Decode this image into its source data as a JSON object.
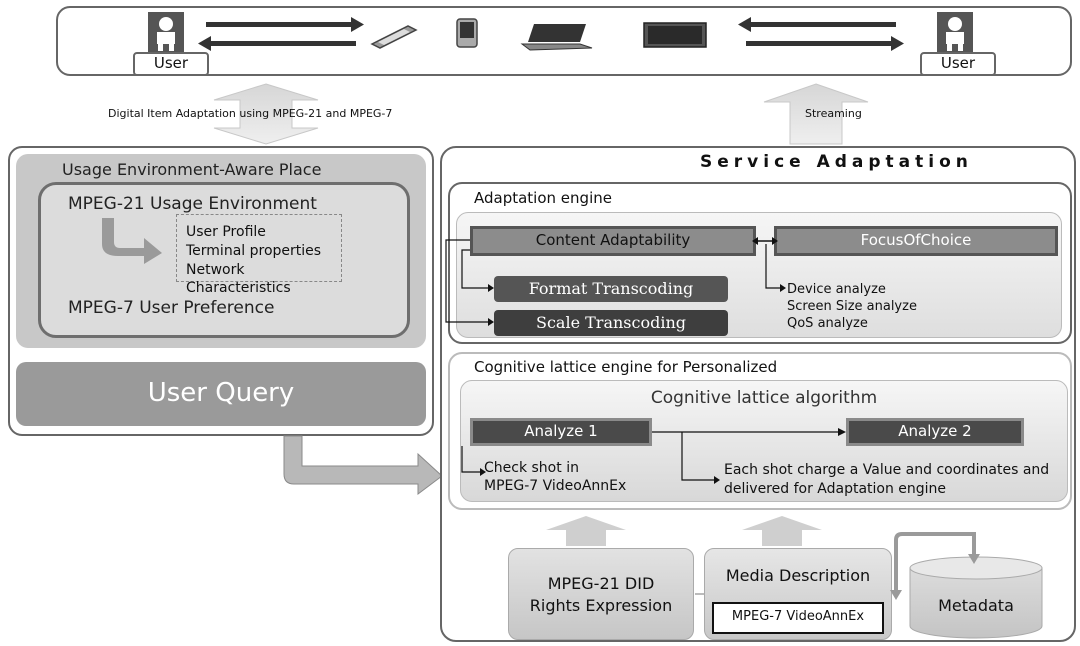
{
  "top_bar": {
    "user_left": "User",
    "user_right": "User"
  },
  "arrows": {
    "left_caption": "Digital Item Adaptation using MPEG-21 and MPEG-7",
    "right_caption": "Streaming"
  },
  "usage_env": {
    "title": "Usage Environment-Aware Place",
    "inner_title": "MPEG-21 Usage Environment",
    "items": [
      "User Profile",
      "Terminal properties",
      "Network",
      "Characteristics"
    ],
    "preference": "MPEG-7 User Preference",
    "query": "User Query"
  },
  "service": {
    "title": "Service Adaptation",
    "engine_title": "Adaptation engine",
    "content_adaptability": "Content Adaptability",
    "focus_of_choice": "FocusOfChoice",
    "format_transcoding": "Format Transcoding",
    "scale_transcoding": "Scale Transcoding",
    "analyses": [
      "Device analyze",
      "Screen Size analyze",
      "QoS analyze"
    ],
    "cognitive_title": "Cognitive lattice engine for Personalized",
    "algorithm_title": "Cognitive lattice algorithm",
    "analyze1": "Analyze 1",
    "analyze2": "Analyze 2",
    "check_shot_1": "Check shot in",
    "check_shot_2": "MPEG-7 VideoAnnEx",
    "each_shot_1": "Each shot charge a Value and coordinates and",
    "each_shot_2": "delivered for Adaptation engine"
  },
  "bottom": {
    "did_1": "MPEG-21 DID",
    "did_2": "Rights Expression",
    "media_description": "Media Description",
    "videoannex": "MPEG-7 VideoAnnEx",
    "metadata": "Metadata"
  }
}
